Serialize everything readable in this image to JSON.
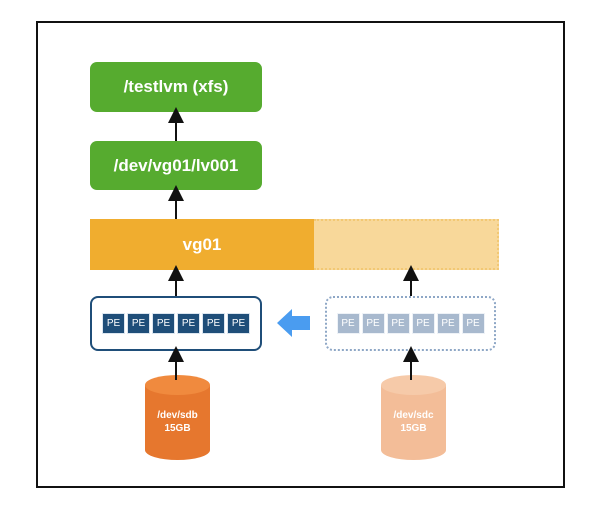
{
  "diagram": {
    "mount_point": "/testlvm (xfs)",
    "logical_volume": "/dev/vg01/lv001",
    "volume_group": "vg01",
    "pe_label": "PE",
    "pe_count_sdb": 6,
    "pe_count_sdc": 6,
    "disk_sdb": {
      "device": "/dev/sdb",
      "size": "15GB"
    },
    "disk_sdc": {
      "device": "/dev/sdc",
      "size": "15GB"
    }
  },
  "colors": {
    "lvm_green": "#56ab2f",
    "vg_orange": "#f0ad2f",
    "vg_extension": "#f8d89a",
    "pe_blue": "#1f4e79",
    "pe_faded": "#a8b9ce",
    "disk_sdb": "#e6772e",
    "disk_sdc": "#f3bd98",
    "move_arrow": "#4a9cf0"
  }
}
